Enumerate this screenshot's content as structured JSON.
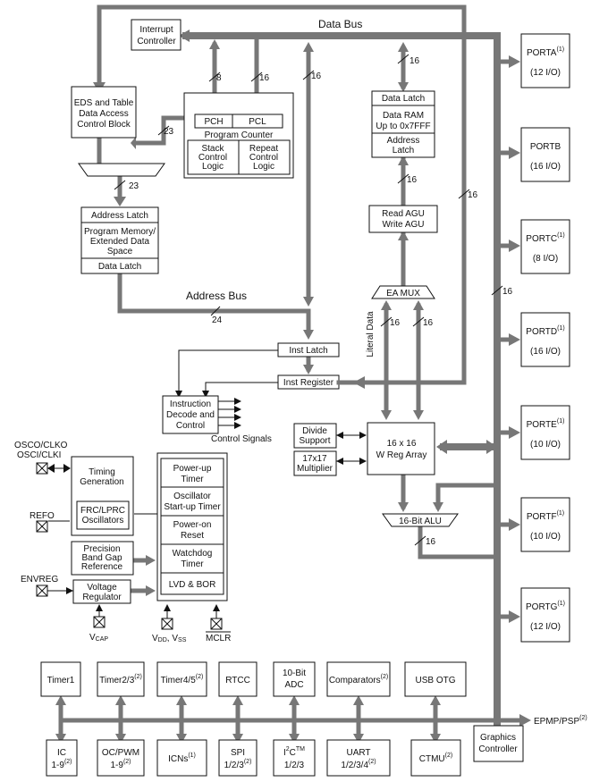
{
  "buses": {
    "data_bus": "Data Bus",
    "address_bus": "Address Bus",
    "literal_data": "Literal Data",
    "control_signals": "Control Signals"
  },
  "widths": {
    "w8": "8",
    "w16": "16",
    "w23": "23",
    "w24": "24"
  },
  "blocks": {
    "interrupt": [
      "Interrupt",
      "Controller"
    ],
    "eds": [
      "EDS and Table",
      "Data Access",
      "Control Block"
    ],
    "pch": "PCH",
    "pcl": "PCL",
    "program_counter": "Program Counter",
    "stack": [
      "Stack",
      "Control",
      "Logic"
    ],
    "repeat": [
      "Repeat",
      "Control",
      "Logic"
    ],
    "addr_latch": "Address Latch",
    "prog_mem": [
      "Program Memory/",
      "Extended Data",
      "Space"
    ],
    "data_latch_pm": "Data Latch",
    "data_latch": "Data Latch",
    "data_ram": [
      "Data RAM",
      "Up to 0x7FFF"
    ],
    "ram_addr_latch": [
      "Address",
      "Latch"
    ],
    "agu": [
      "Read AGU",
      "Write AGU"
    ],
    "ea_mux": "EA MUX",
    "inst_latch": "Inst Latch",
    "inst_register": "Inst Register",
    "decode": [
      "Instruction",
      "Decode and",
      "Control"
    ],
    "divide": [
      "Divide",
      "Support"
    ],
    "multiplier": [
      "17x17",
      "Multiplier"
    ],
    "wreg": [
      "16 x 16",
      "W Reg Array"
    ],
    "alu": "16-Bit ALU",
    "timing": [
      "Timing",
      "Generation"
    ],
    "frc": [
      "FRC/LPRC",
      "Oscillators"
    ],
    "bandgap": [
      "Precision",
      "Band Gap",
      "Reference"
    ],
    "vreg": [
      "Voltage",
      "Regulator"
    ],
    "power_up": [
      "Power-up",
      "Timer"
    ],
    "osc_startup": [
      "Oscillator",
      "Start-up Timer"
    ],
    "power_on": [
      "Power-on",
      "Reset"
    ],
    "watchdog": [
      "Watchdog",
      "Timer"
    ],
    "lvd": "LVD & BOR"
  },
  "pins": {
    "osco": "OSCO/CLKO",
    "osci": "OSCI/CLKI",
    "refo": "REFO",
    "envreg": "ENVREG",
    "vcap_main": "V",
    "vcap_sub": "CAP",
    "vdd": "V",
    "vdd_sub": "DD",
    "vss": ", V",
    "vss_sub": "SS",
    "mclr": "MCLR"
  },
  "ports": [
    {
      "name": "PORTA",
      "sup": "(1)",
      "io": "(12 I/O)"
    },
    {
      "name": "PORTB",
      "sup": "",
      "io": "(16 I/O)"
    },
    {
      "name": "PORTC",
      "sup": "(1)",
      "io": "(8 I/O)"
    },
    {
      "name": "PORTD",
      "sup": "(1)",
      "io": "(16 I/O)"
    },
    {
      "name": "PORTE",
      "sup": "(1)",
      "io": "(10 I/O)"
    },
    {
      "name": "PORTF",
      "sup": "(1)",
      "io": "(10 I/O)"
    },
    {
      "name": "PORTG",
      "sup": "(1)",
      "io": "(12 I/O)"
    }
  ],
  "peripherals_top": [
    {
      "name": "Timer1",
      "sup": ""
    },
    {
      "name": "Timer2/3",
      "sup": "(2)"
    },
    {
      "name": "Timer4/5",
      "sup": "(2)"
    },
    {
      "name": "RTCC",
      "sup": ""
    },
    {
      "name": "10-Bit",
      "line2": "ADC"
    },
    {
      "name": "Comparators",
      "sup": "(2)"
    },
    {
      "name": "USB OTG",
      "sup": ""
    }
  ],
  "peripherals_bottom": [
    {
      "name": "IC",
      "line2": "1-9",
      "sup": "(2)"
    },
    {
      "name": "OC/PWM",
      "line2": "1-9",
      "sup": "(2)"
    },
    {
      "name": "ICNs",
      "line2": "",
      "sup": "(1)"
    },
    {
      "name": "SPI",
      "line2": "1/2/3",
      "sup": "(2)"
    },
    {
      "name": "I",
      "line2": "1/2/3",
      "sup": "2",
      "tail": "C",
      "tm": "TM"
    },
    {
      "name": "UART",
      "line2": "1/2/3/4",
      "sup": "(2)"
    },
    {
      "name": "CTMU",
      "line2": "",
      "sup": "(2)"
    }
  ],
  "graphics": [
    "Graphics",
    "Controller"
  ],
  "epmp": {
    "name": "EPMP/PSP",
    "sup": "(2)"
  }
}
